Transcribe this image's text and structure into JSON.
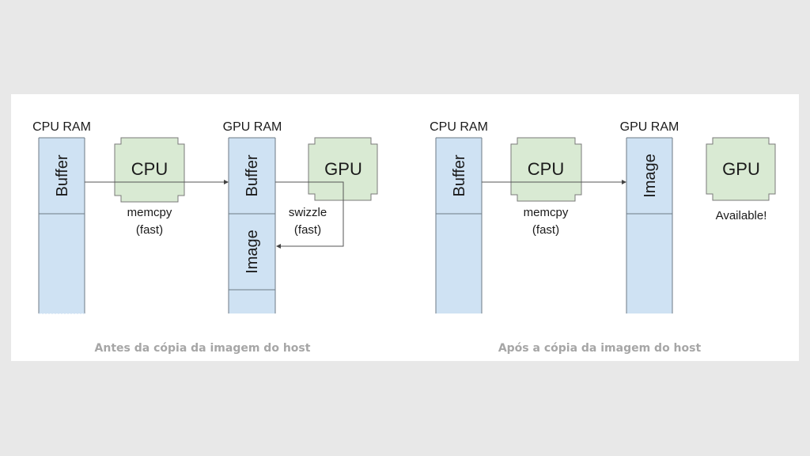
{
  "diagrams": [
    {
      "id": "before",
      "caption": "Antes da cópia da imagem do host",
      "cpu_ram": {
        "title": "CPU RAM",
        "segments": [
          "Buffer",
          ""
        ]
      },
      "gpu_ram": {
        "title": "GPU RAM",
        "segments": [
          "Buffer",
          "Image",
          ""
        ]
      },
      "cpu_chip": {
        "label": "CPU"
      },
      "gpu_chip": {
        "label": "GPU"
      },
      "memcpy_label": [
        "memcpy",
        "(fast)"
      ],
      "swizzle_label": [
        "swizzle",
        "(fast)"
      ]
    },
    {
      "id": "after",
      "caption": "Após a cópia da imagem do host",
      "cpu_ram": {
        "title": "CPU RAM",
        "segments": [
          "Buffer",
          ""
        ]
      },
      "gpu_ram": {
        "title": "GPU RAM",
        "segments": [
          "Image",
          ""
        ]
      },
      "cpu_chip": {
        "label": "CPU"
      },
      "gpu_chip": {
        "label": "GPU"
      },
      "memcpy_label": [
        "memcpy",
        "(fast)"
      ],
      "gpu_status": "Available!"
    }
  ],
  "colors": {
    "memory_fill": "#cfe2f3",
    "memory_stroke": "#6d7a85",
    "chip_fill": "#d9ead3",
    "chip_stroke": "#7a7a7a",
    "line": "#555555",
    "caption": "#a6a6a6"
  }
}
